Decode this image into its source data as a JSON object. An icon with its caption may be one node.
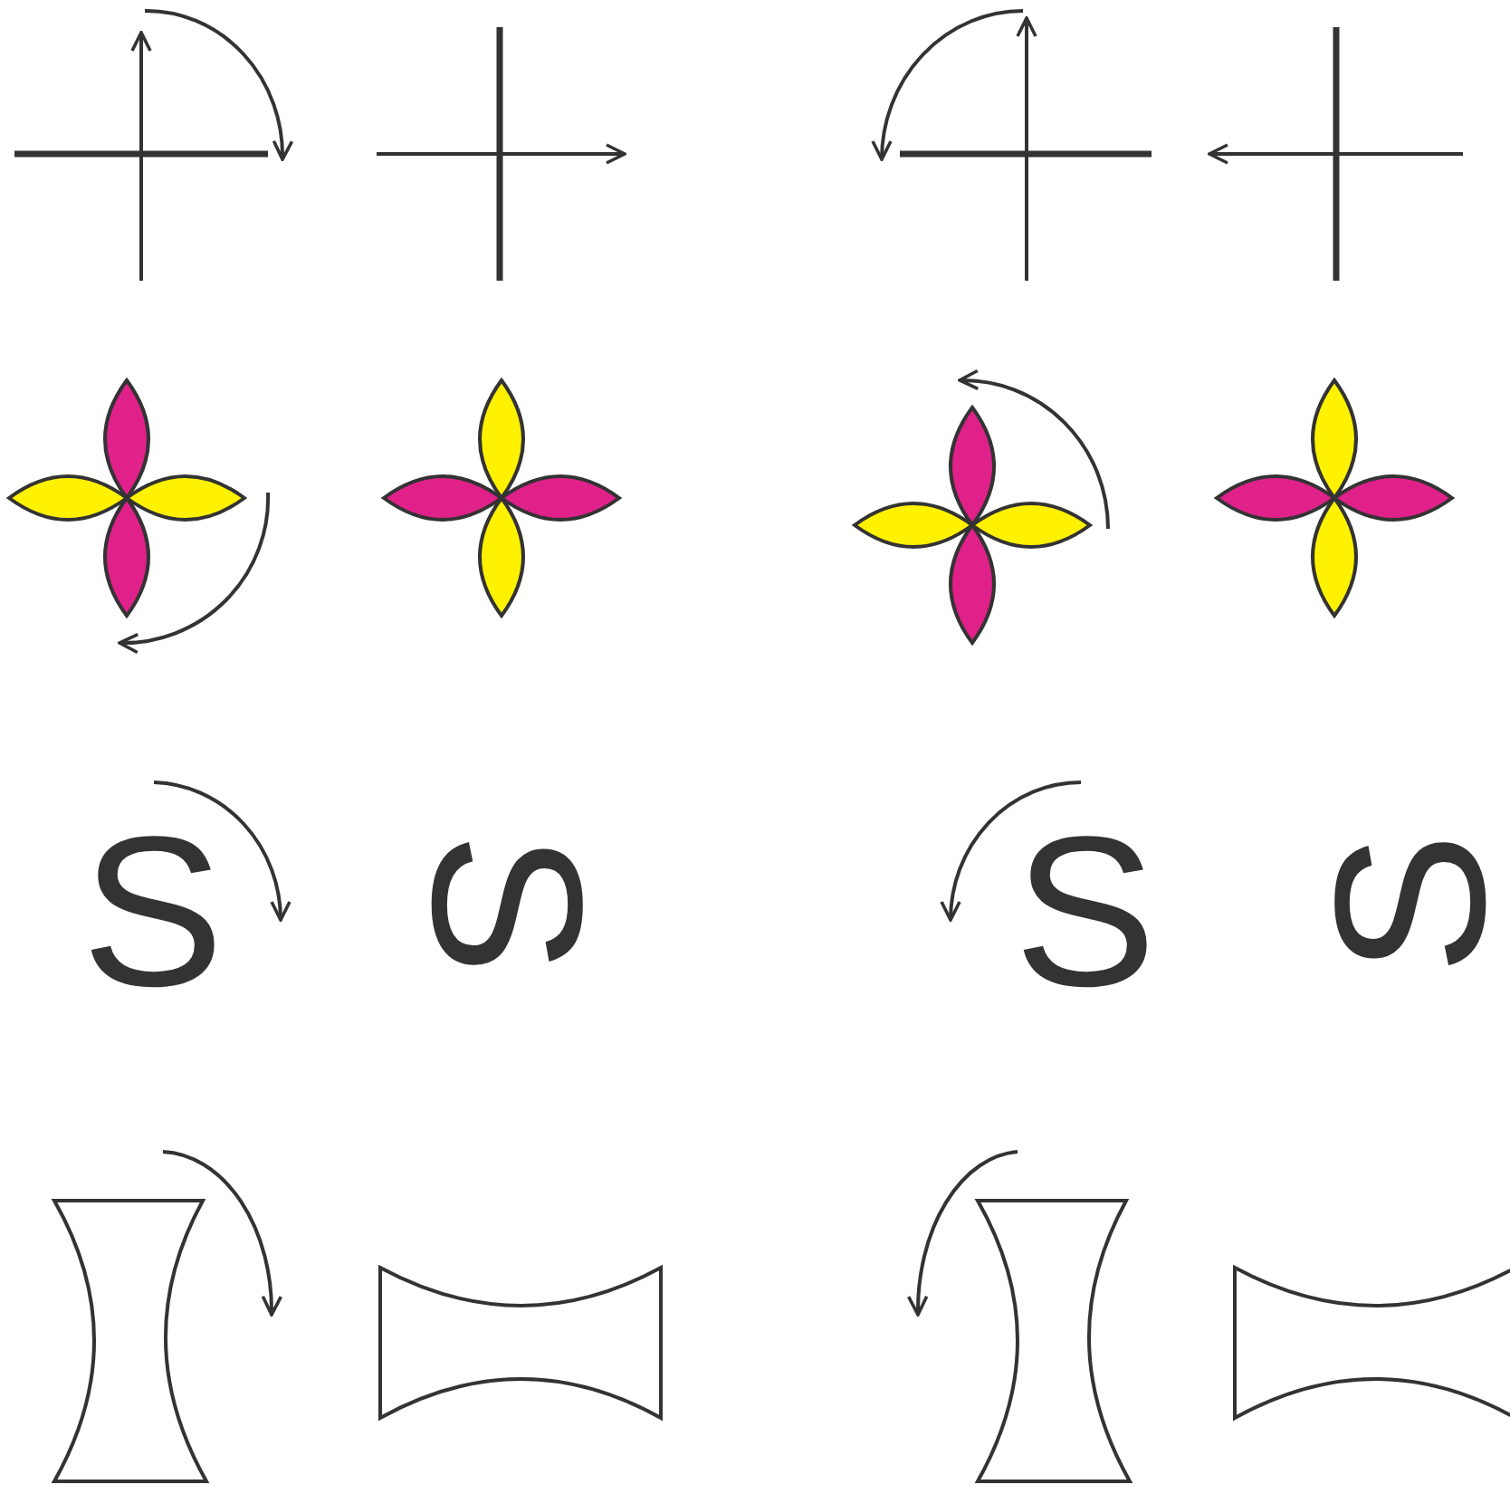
{
  "diagram": {
    "labels": [
      "S",
      "S",
      "S",
      "S"
    ]
  }
}
